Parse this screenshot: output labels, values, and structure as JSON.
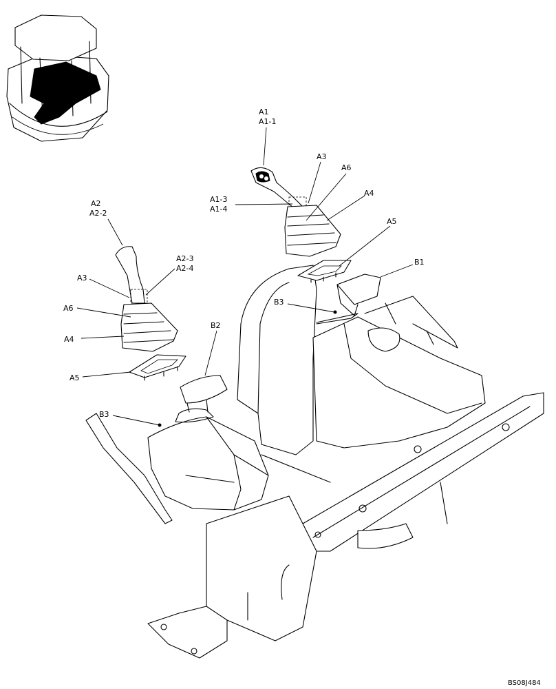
{
  "callouts": {
    "a1": "A1",
    "a1_1": "A1-1",
    "a1_3": "A1-3",
    "a1_4": "A1-4",
    "a3_right": "A3",
    "a6_right": "A6",
    "a4_right": "A4",
    "a5_right": "A5",
    "b1": "B1",
    "b3_right": "B3",
    "a2": "A2",
    "a2_2": "A2-2",
    "a2_3": "A2-3",
    "a2_4": "A2-4",
    "a3_left": "A3",
    "a6_left": "A6",
    "a4_left": "A4",
    "a5_left": "A5",
    "b2": "B2",
    "b3_left": "B3"
  },
  "drawing_code": "BS08J484"
}
